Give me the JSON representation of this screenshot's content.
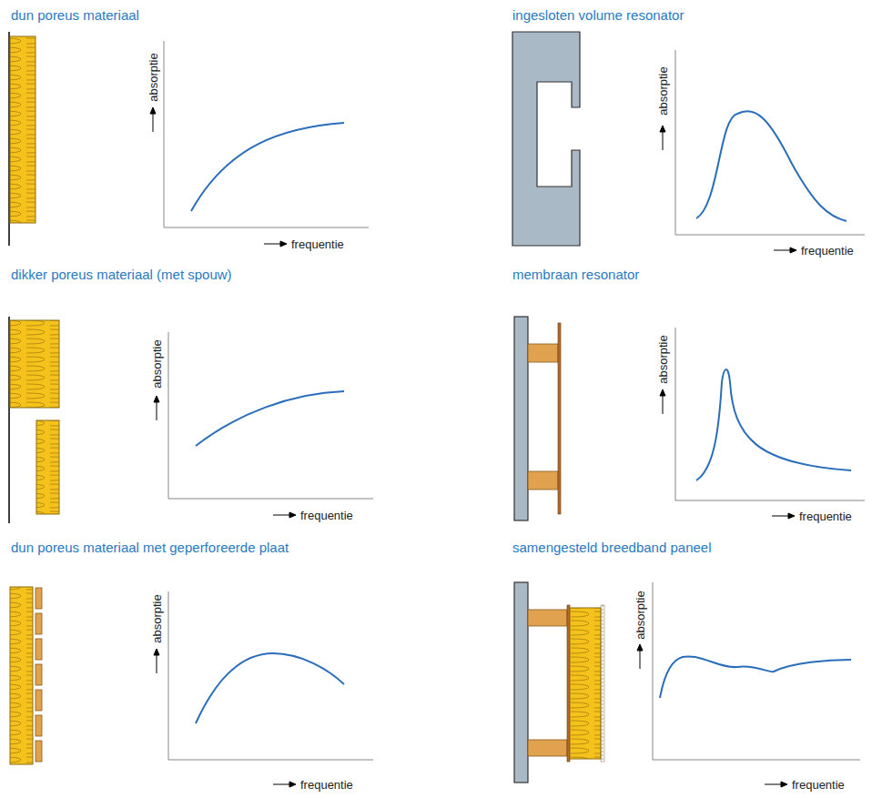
{
  "diagram": {
    "labels": [
      "dun poreus materiaal",
      "absorptie",
      "frequentie",
      "ingesloten volume resonator",
      "absorptie",
      "frequentie",
      "dikker poreus materiaal (met spouw)",
      "absorptie",
      "frequentie",
      "membraan resonator",
      "absorptie",
      "frequentie",
      "dun poreus materiaal met geperforeerde plaat",
      "absorptie",
      "frequentie",
      "samengesteld breedband paneel",
      "absorptie",
      "frequentie"
    ]
  }
}
